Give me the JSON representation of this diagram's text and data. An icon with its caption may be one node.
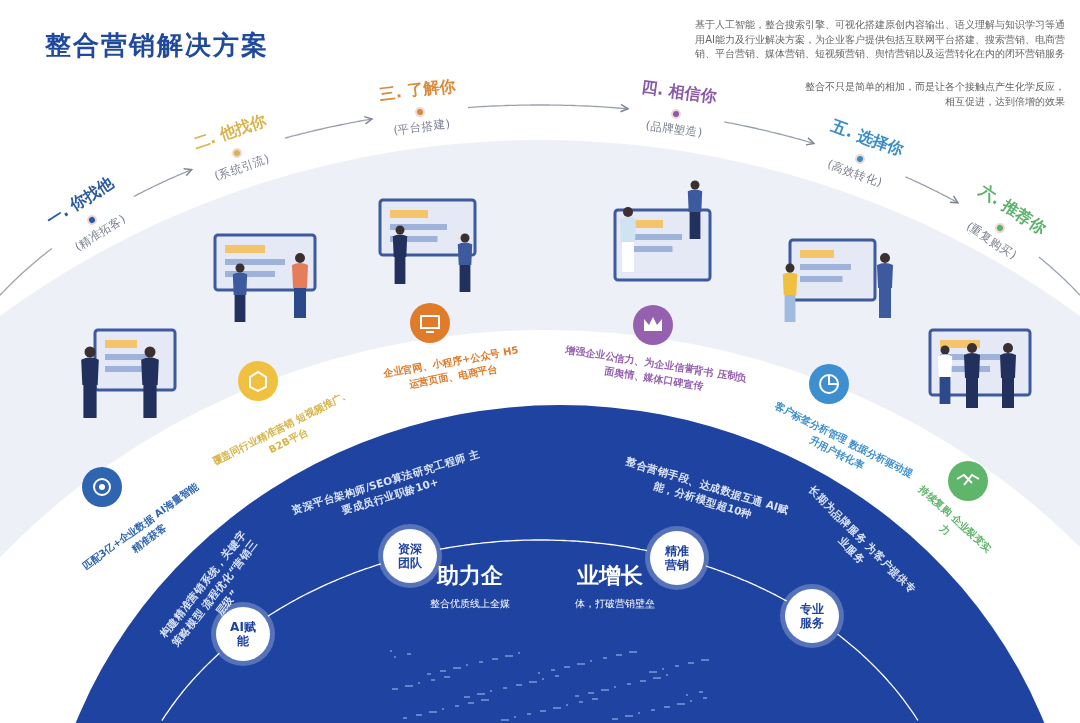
{
  "diagram": {
    "title": "整合营销解决方案",
    "nodes": [
      {
        "text": [
          "一. 你找他",
          "(精准拓客)"
        ]
      },
      {
        "text": [
          "二. 他找你",
          "(系统引流)"
        ]
      },
      {
        "text": [
          "三. 了解你",
          "(平台搭建)"
        ]
      },
      {
        "text": [
          "四. 相信你",
          "(品牌塑造)"
        ]
      },
      {
        "text": [
          "五. 选择你",
          "(高效转化)"
        ]
      },
      {
        "text": [
          "六. 推荐你",
          "(重复购买)"
        ]
      },
      {
        "text": [
          "AI赋能"
        ],
        "beside": [
          "构建精准营销系统，关键字策略模型 流程优化“营销三层级”"
        ]
      },
      {
        "text": [
          "资深团队"
        ],
        "beside": [
          "资深平台架构师/SEO算法研究工程师 主要成员行业职龄10+"
        ]
      },
      {
        "text": [
          "精准营销"
        ],
        "beside": [
          "整合营销手段、达成数据互通 AI赋能，分析模型超10种"
        ]
      },
      {
        "text": [
          "专业服务"
        ],
        "beside": [
          "长期为品牌服务 为客户提供专业服务"
        ]
      }
    ],
    "edges": [
      {
        "from": null,
        "to": 0,
        "arrow": "none"
      },
      {
        "from": 0,
        "to": 1,
        "arrow": "to"
      },
      {
        "from": 1,
        "to": 2,
        "arrow": "to"
      },
      {
        "from": 2,
        "to": 3,
        "arrow": "to"
      },
      {
        "from": 3,
        "to": 4,
        "arrow": "to"
      },
      {
        "from": 4,
        "to": 5,
        "arrow": "to"
      },
      {
        "from": 5,
        "to": null,
        "arrow": "none"
      },
      {
        "from": null,
        "to": 6,
        "arrow": "none",
        "color": "#ffffff"
      },
      {
        "from": 6,
        "to": 7,
        "arrow": "none",
        "color": "#ffffff"
      },
      {
        "from": 7,
        "to": 8,
        "arrow": "none",
        "color": "#ffffff"
      },
      {
        "from": 8,
        "to": 9,
        "arrow": "none",
        "color": "#ffffff"
      },
      {
        "from": 9,
        "to": null,
        "arrow": "none",
        "color": "#ffffff"
      }
    ],
    "labels": [
      "基于人工智能，整合搜索引擎、可视化搭建原创内容输出、语义理解与知识学习等通用AI能力及行业解决方案，为企业客户提供包括互联网平台搭建、搜索营销、电商营销、平台营销、媒体营销、短视频营销、舆情营销以及运营转化在内的闭环营销服务",
      "整合不只是简单的相加，而是让各个接触点产生化学反应，相互促进，达到倍增的效果",
      "匹配3亿+企业数据 AI海量智能精准获客",
      "覆盖同行业精准营销 短视频推广、B2B平台",
      "企业官网、小程序+公众号 H5运营页面、电商平台",
      "增强企业公信力、为企业信誉背书 压制负面舆情、媒体口碑宣传",
      "客户标签分析管理 数据分析驱动提升用户转化率",
      "持续复购 企业裂变实力",
      "助力企",
      "业增长",
      "整合优质线上全媒",
      "体，打破营销壁垒"
    ]
  }
}
